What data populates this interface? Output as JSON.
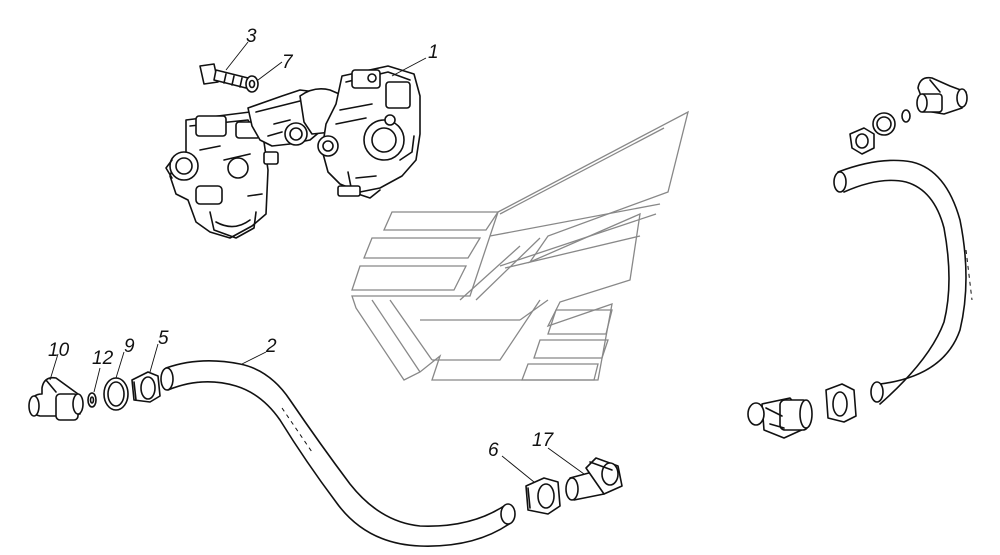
{
  "diagram": {
    "callouts": [
      {
        "id": "c1",
        "label": "1"
      },
      {
        "id": "c2",
        "label": "2"
      },
      {
        "id": "c3",
        "label": "3"
      },
      {
        "id": "c5",
        "label": "5"
      },
      {
        "id": "c6",
        "label": "6"
      },
      {
        "id": "c7",
        "label": "7"
      },
      {
        "id": "c9",
        "label": "9"
      },
      {
        "id": "c10",
        "label": "10"
      },
      {
        "id": "c12",
        "label": "12"
      },
      {
        "id": "c17",
        "label": "17"
      }
    ],
    "colors": {
      "ink": "#111111",
      "watermark": "#888888",
      "background": "#ffffff"
    }
  }
}
